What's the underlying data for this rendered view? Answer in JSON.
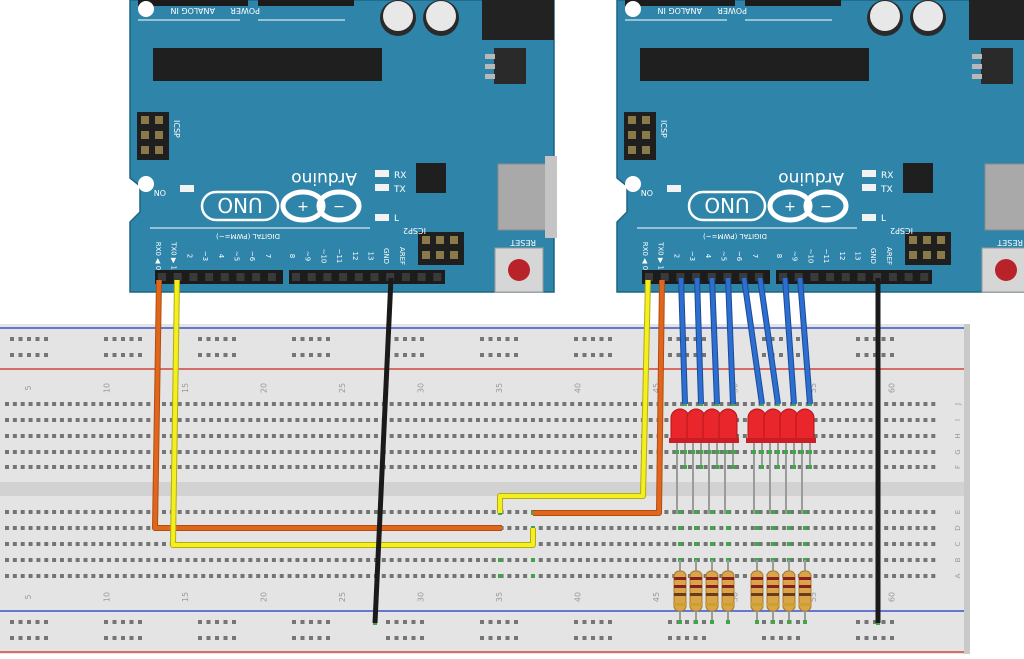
{
  "arduinos": [
    {
      "board_name": "UNO",
      "brand": "Arduino",
      "analog_label": "ANALOG IN",
      "power_label": "POWER",
      "reset_label": "RESET",
      "icsp_label": "ICSP",
      "icsp2_label": "ICSP2",
      "on_label": "ON",
      "rx_label": "RX",
      "tx_label": "TX",
      "l_label": "L",
      "aref_label": "AREF",
      "gnd_label": "GND",
      "digital_label": "DIGITAL (PWM=~)",
      "pins": [
        "RX0 ◀ 0",
        "TX0 ▶ 1",
        "2",
        "~3",
        "4",
        "~5",
        "~6",
        "7",
        "8",
        "~9",
        "~10",
        "~11",
        "12",
        "13"
      ]
    },
    {
      "board_name": "UNO",
      "brand": "Arduino",
      "analog_label": "ANALOG IN",
      "power_label": "POWER",
      "reset_label": "RESET",
      "icsp_label": "ICSP",
      "icsp2_label": "ICSP2",
      "on_label": "ON",
      "rx_label": "RX",
      "tx_label": "TX",
      "l_label": "L",
      "aref_label": "AREF",
      "gnd_label": "GND",
      "digital_label": "DIGITAL (PWM=~)",
      "pins": [
        "RX0 ◀ 0",
        "TX0 ▶ 1",
        "2",
        "~3",
        "4",
        "~5",
        "~6",
        "7",
        "8",
        "~9",
        "~10",
        "~11",
        "12",
        "13"
      ]
    }
  ],
  "breadboard": {
    "column_numbers": [
      "5",
      "10",
      "15",
      "20",
      "25",
      "30",
      "35",
      "40",
      "45",
      "50",
      "55",
      "60"
    ],
    "row_letters_top": [
      "J",
      "I",
      "H",
      "G",
      "F"
    ],
    "row_letters_bottom": [
      "E",
      "D",
      "C",
      "B",
      "A"
    ]
  },
  "components": {
    "led_count": 8,
    "resistor_count": 8,
    "led_color": "#e8262c",
    "resistor_body_color": "#d9a44a"
  },
  "wires": [
    {
      "from": "left-RX0",
      "to": "breadboard",
      "color": "#e0661b"
    },
    {
      "from": "left-TX1",
      "to": "breadboard",
      "color": "#f4ef1e"
    },
    {
      "from": "left-GND",
      "to": "ground-rail",
      "color": "#1a1a1a"
    },
    {
      "from": "right-RX0",
      "to": "breadboard",
      "color": "#e0661b"
    },
    {
      "from": "right-TX1",
      "to": "breadboard",
      "color": "#f4ef1e"
    },
    {
      "from": "right-GND",
      "to": "ground-rail",
      "color": "#1a1a1a"
    },
    {
      "from": "right-D2..D9",
      "to": "LEDs",
      "color": "#2d6fd1"
    }
  ],
  "colors": {
    "board": "#2f85a9",
    "board_edge": "#1d6584",
    "breadboard": "#e4e4e4",
    "rail_red": "#d0443b",
    "rail_blue": "#3b55c8"
  }
}
